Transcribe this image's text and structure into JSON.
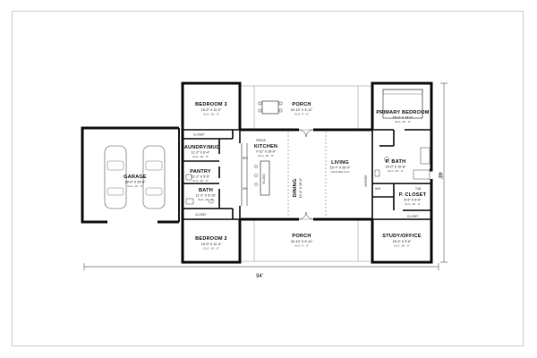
{
  "plan": {
    "overall_width": "94'",
    "overall_depth": "48'",
    "rooms": {
      "porch_top": {
        "name": "PORCH",
        "dims": "34'-10\" X 9'-11\"",
        "clg": "CLG. 9' - 0\""
      },
      "porch_bottom": {
        "name": "PORCH",
        "dims": "34'-10\" X 9'-11\"",
        "clg": "CLG. 9' - 0\""
      },
      "bedroom3": {
        "name": "BEDROOM 3",
        "dims": "15'-0\" X 11'-0\"",
        "clg": "CLG. 10' - 0\""
      },
      "bedroom2": {
        "name": "BEDROOM 2",
        "dims": "15'-0\" X 11'-0\"",
        "clg": "CLG. 10' - 0\""
      },
      "laundry": {
        "name": "LAUNDRY/MUD",
        "dims": "11'-2\" X 6'-4\"",
        "clg": "CLG. 10' - 0\""
      },
      "pantry": {
        "name": "PANTRY",
        "dims": "11'-2\" X 5'-5\"",
        "clg": "CLG. 10' - 0\""
      },
      "bath": {
        "name": "BATH",
        "dims": "11'-2\" X 5'-10\"",
        "clg": "CLG. 10' - 0\""
      },
      "garage": {
        "name": "GARAGE",
        "dims": "26'-0\" X 29'-0\"",
        "clg": "CLG. 10' - 0\""
      },
      "kitchen": {
        "name": "KITCHEN",
        "dims": "7'-11\" X 29'-0\"",
        "clg": "CLG. 10' - 0\""
      },
      "dining": {
        "name": "DINING",
        "dims": "14'-4\" X 29'-0\""
      },
      "living": {
        "name": "LIVING",
        "dims": "15'-7\" X 29'-0\"",
        "clg": "VAULTED CLG"
      },
      "primary": {
        "name": "PRIMARY BEDROOM",
        "dims": "15'-0\" X 15'-0\"",
        "clg": "CLG. 10' - 0\""
      },
      "pbath": {
        "name": "P. BATH",
        "dims": "15'-0\" X 10'-6\"",
        "clg": "CLG. 10' - 0\""
      },
      "pcloset": {
        "name": "P. CLOSET",
        "dims": "6'-6\" X 9'-0\"",
        "clg": "CLG. 10' - 0\""
      },
      "study": {
        "name": "STUDY/OFFICE",
        "dims": "15'-0\" X 9'-6\"",
        "clg": "CLG. 10' - 0\""
      }
    },
    "small_labels": {
      "closet_b3": "CLOSET",
      "closet_b2": "CLOSET",
      "closet_study": "CLOSET",
      "mirror": "MIRROR",
      "frdge": "FRDGE",
      "wh": "W/H",
      "tub": "TUB",
      "ref": "REF",
      "dw": "DW",
      "island": "ISLAND"
    }
  }
}
